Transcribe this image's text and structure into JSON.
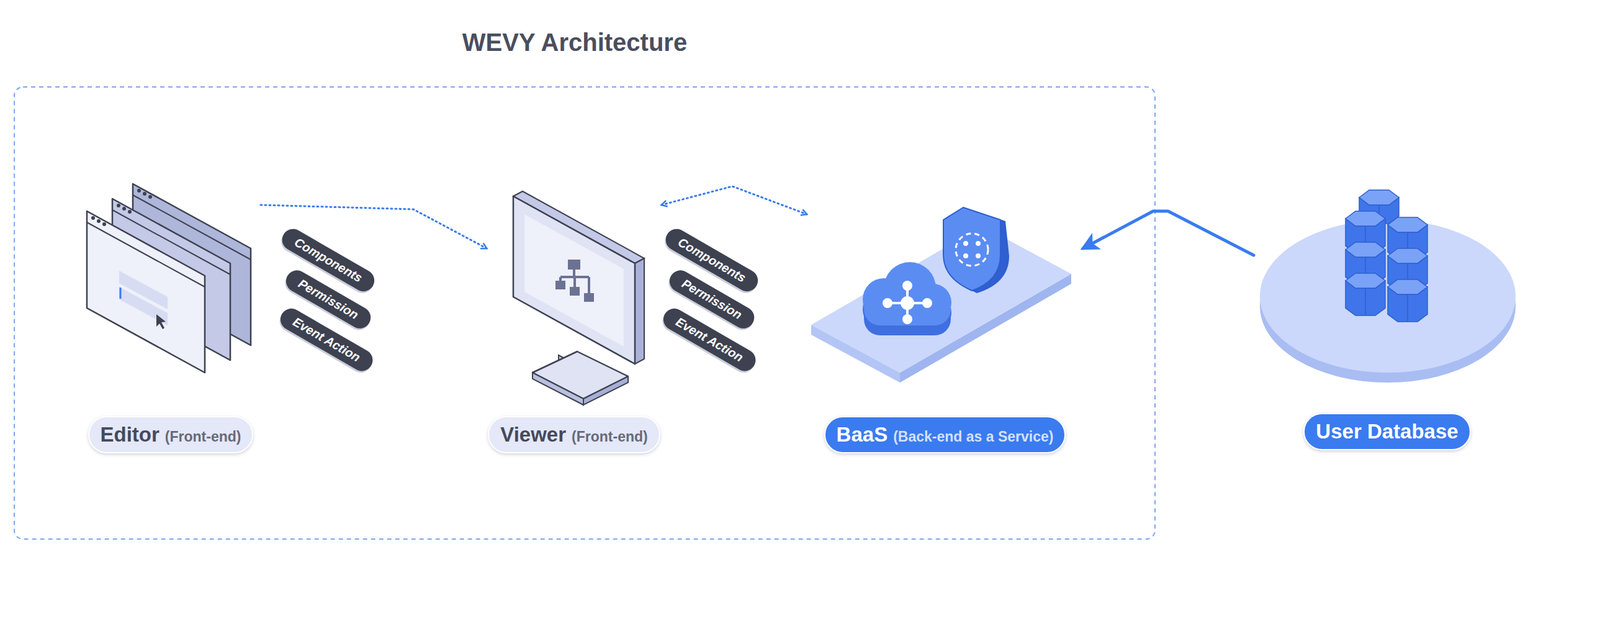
{
  "diagram": {
    "title": "WEVY Architecture",
    "nodes": [
      {
        "text": [
          "Editor",
          "(Front-end)"
        ]
      },
      {
        "text": [
          "Components"
        ]
      },
      {
        "text": [
          "Permission"
        ]
      },
      {
        "text": [
          "Event Action"
        ]
      },
      {
        "text": [
          "Viewer",
          "(Front-end)"
        ]
      },
      {
        "text": [
          "Components"
        ]
      },
      {
        "text": [
          "Permission"
        ]
      },
      {
        "text": [
          "Event Action"
        ]
      },
      {
        "text": [
          "BaaS",
          "(Back-end as a Service)"
        ]
      },
      {
        "text": [
          "User Database"
        ]
      }
    ],
    "edges": [
      {
        "from": 0,
        "to": 4,
        "arrow": "to"
      },
      {
        "from": 4,
        "to": 8,
        "arrow": "both"
      },
      {
        "from": 9,
        "to": 8,
        "arrow": "to"
      }
    ]
  }
}
